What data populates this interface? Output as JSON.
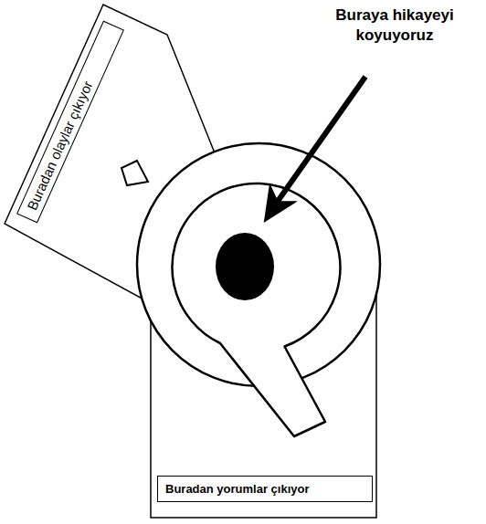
{
  "diagram": {
    "nodes": [
      {
        "text": [
          "Buradan olaylar çıkıyor"
        ]
      },
      {
        "text": [
          "Buradan yorumlar çıkıyor"
        ]
      }
    ],
    "labels": [
      "Buraya hikayeyi koyuyoruz"
    ]
  }
}
